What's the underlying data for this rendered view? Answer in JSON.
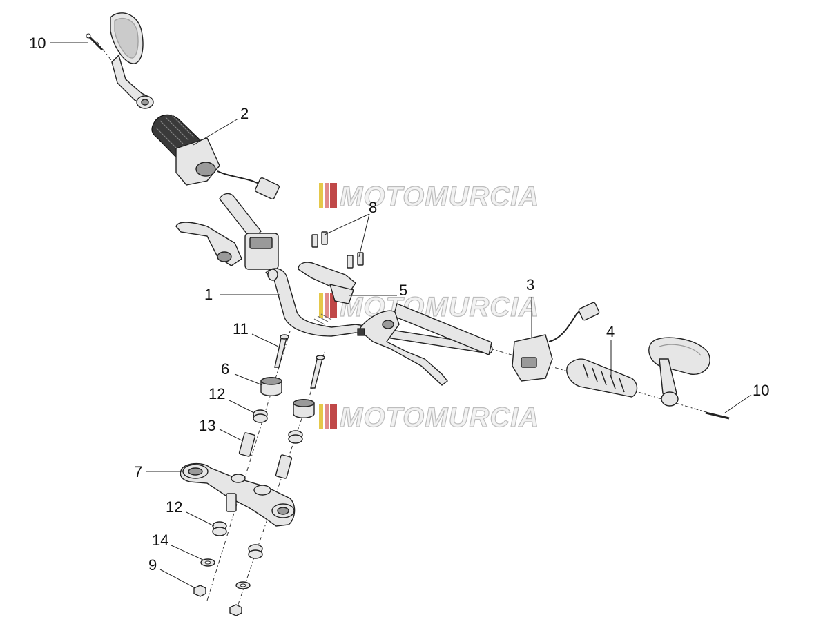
{
  "diagram": {
    "callouts": [
      {
        "id": "c10a",
        "label": "10"
      },
      {
        "id": "c2",
        "label": "2"
      },
      {
        "id": "c8",
        "label": "8"
      },
      {
        "id": "c5",
        "label": "5"
      },
      {
        "id": "c1",
        "label": "1"
      },
      {
        "id": "c3",
        "label": "3"
      },
      {
        "id": "c4",
        "label": "4"
      },
      {
        "id": "c10b",
        "label": "10"
      },
      {
        "id": "c11",
        "label": "11"
      },
      {
        "id": "c6",
        "label": "6"
      },
      {
        "id": "c12a",
        "label": "12"
      },
      {
        "id": "c13",
        "label": "13"
      },
      {
        "id": "c7",
        "label": "7"
      },
      {
        "id": "c12b",
        "label": "12"
      },
      {
        "id": "c14",
        "label": "14"
      },
      {
        "id": "c9",
        "label": "9"
      }
    ],
    "watermarks": [
      "MOTOMURCIA",
      "MOTOMURCIA",
      "MOTOMURCIA"
    ],
    "colors": {
      "line": "#222222",
      "part_fill": "#e6e6e6",
      "watermark_stripes": [
        "#e5c84a",
        "#e08a8a",
        "#c04848"
      ]
    }
  }
}
